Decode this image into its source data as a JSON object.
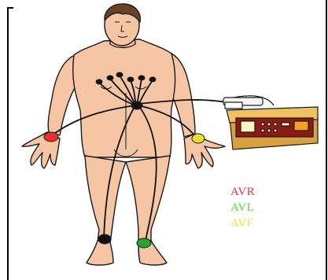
{
  "leads": [
    {
      "label": "AVR",
      "color": "#e8323a"
    },
    {
      "label": "AVL",
      "color": "#4fe23c"
    },
    {
      "label": "AVF",
      "color": "#e8e43a"
    }
  ],
  "colors": {
    "skin": "#f6c5a4",
    "outline": "#1a1a1a",
    "hair": "#6a4322",
    "electrode_right_arm": "#e83030",
    "electrode_left_arm": "#e8e030",
    "electrode_right_leg": "#111111",
    "electrode_left_leg": "#2aa030",
    "machine_body": "#f2c060",
    "machine_trim": "#8c1a10",
    "machine_screen": "#fff3c0"
  },
  "icons": {
    "figure": "human-body-icon",
    "machine": "ecg-machine-icon"
  }
}
